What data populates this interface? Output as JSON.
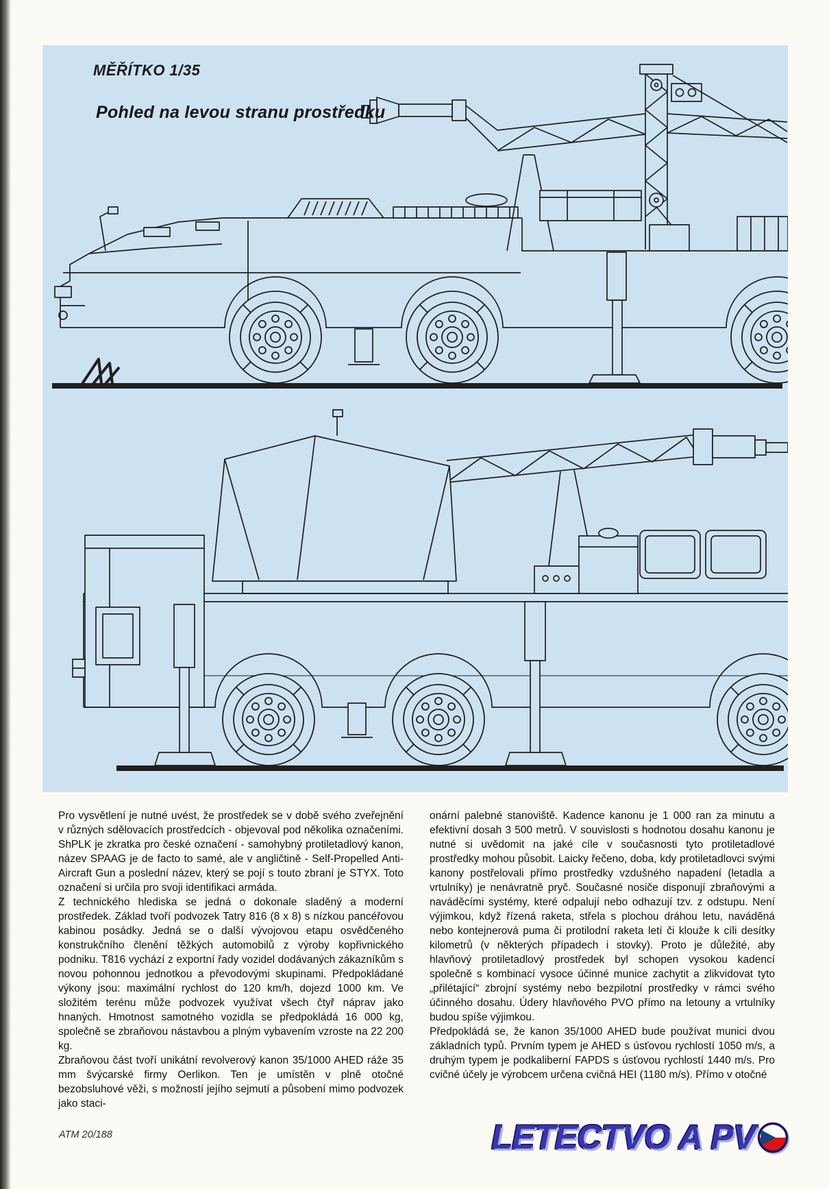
{
  "panel": {
    "scale_label": "MĚŘÍTKO 1/35",
    "view_label": "Pohled na levou stranu prostředku",
    "bg": "#cde2f1",
    "line_color": "#1f1f1f"
  },
  "article": {
    "left": [
      "Pro vysvětlení je nutné uvést, že prostředek se v době svého zveřejnění v různých sdělovacích prostředcích - objevoval pod několika označeními. ShPLK je zkratka pro české označení - samohybný protiletadlový kanon, název SPAAG je de facto to samé, ale v angličtině - Self-Propelled Anti-Aircraft Gun a poslední název, který se pojí s touto zbraní je STYX. Toto označení si určila pro svoji identifikaci armáda.",
      "Z technického hlediska se jedná o dokonale sladěný a moderní prostředek. Základ tvoří podvozek Tatry 816 (8 x 8) s nízkou pancéřovou kabinou posádky. Jedná se o další vývojovou etapu osvědčeného konstrukčního členění těžkých automobilů z výroby kopřivnického podniku. T816 vychází z exportní řady vozidel dodávaných zákazníkům s novou pohonnou jednotkou a převodovými skupinami. Předpokládané výkony jsou: maximální rychlost do 120 km/h, dojezd 1000 km. Ve složitém terénu může podvozek využívat všech čtyř náprav jako hnaných. Hmotnost samotného vozidla se předpokládá 16 000 kg, společně se zbraňovou nástavbou a plným vybavením vzroste na 22 200 kg.",
      "Zbraňovou část tvoří unikátní revolverový kanon 35/1000 AHED ráže 35 mm švýcarské firmy Oerlikon. Ten je umístěn v plně otočné bezobsluhové věži, s možností jejího sejmutí a působení mimo podvozek jako staci-"
    ],
    "right": [
      "onární palebné stanoviště. Kadence kanonu je 1 000 ran za minutu a efektivní dosah 3 500 metrů. V souvislosti s hodnotou dosahu kanonu je nutné si uvědomit na jaké cíle v současnosti tyto protiletadlové prostředky mohou působit. Laicky řečeno, doba, kdy protiletadlovci svými kanony postřelovali přímo prostředky vzdušného napadení (letadla a vrtulníky) je nenávratně pryč. Současné nosiče disponují zbraňovými a naváděcími systémy, které odpalují nebo odhazují tzv. z odstupu. Není výjimkou, když řízená raketa, střela s plochou dráhou letu, naváděná nebo kontejnerová puma či protilodní raketa letí či klouže k cíli desítky kilometrů (v některých případech i stovky). Proto je důležité, aby hlavňový protiletadlový prostředek byl schopen vysokou kadencí společně s kombinací vysoce účinné munice zachytit a zlikvidovat tyto „přilétající“ zbrojní systémy nebo bezpilotní prostředky v rámci svého účinného dosahu. Údery hlavňového PVO přímo na letouny a vrtulníky budou spíše výjimkou.",
      "Předpokládá se, že kanon 35/1000 AHED bude používat munici dvou základních typů. Prvním typem je AHED s úsťovou rychlostí 1050 m/s, a druhým typem je podkaliberní FAPDS s úsťovou rychlostí 1440 m/s. Pro cvičné účely je výrobcem určena cvičná HEI (1180 m/s). Přímo v otočné"
    ]
  },
  "footer": {
    "issue": "ATM 20/188",
    "logo_text": "LETECTVO A PV",
    "logo_flag": "czech-flag",
    "logo_color": "#3a35ad"
  }
}
